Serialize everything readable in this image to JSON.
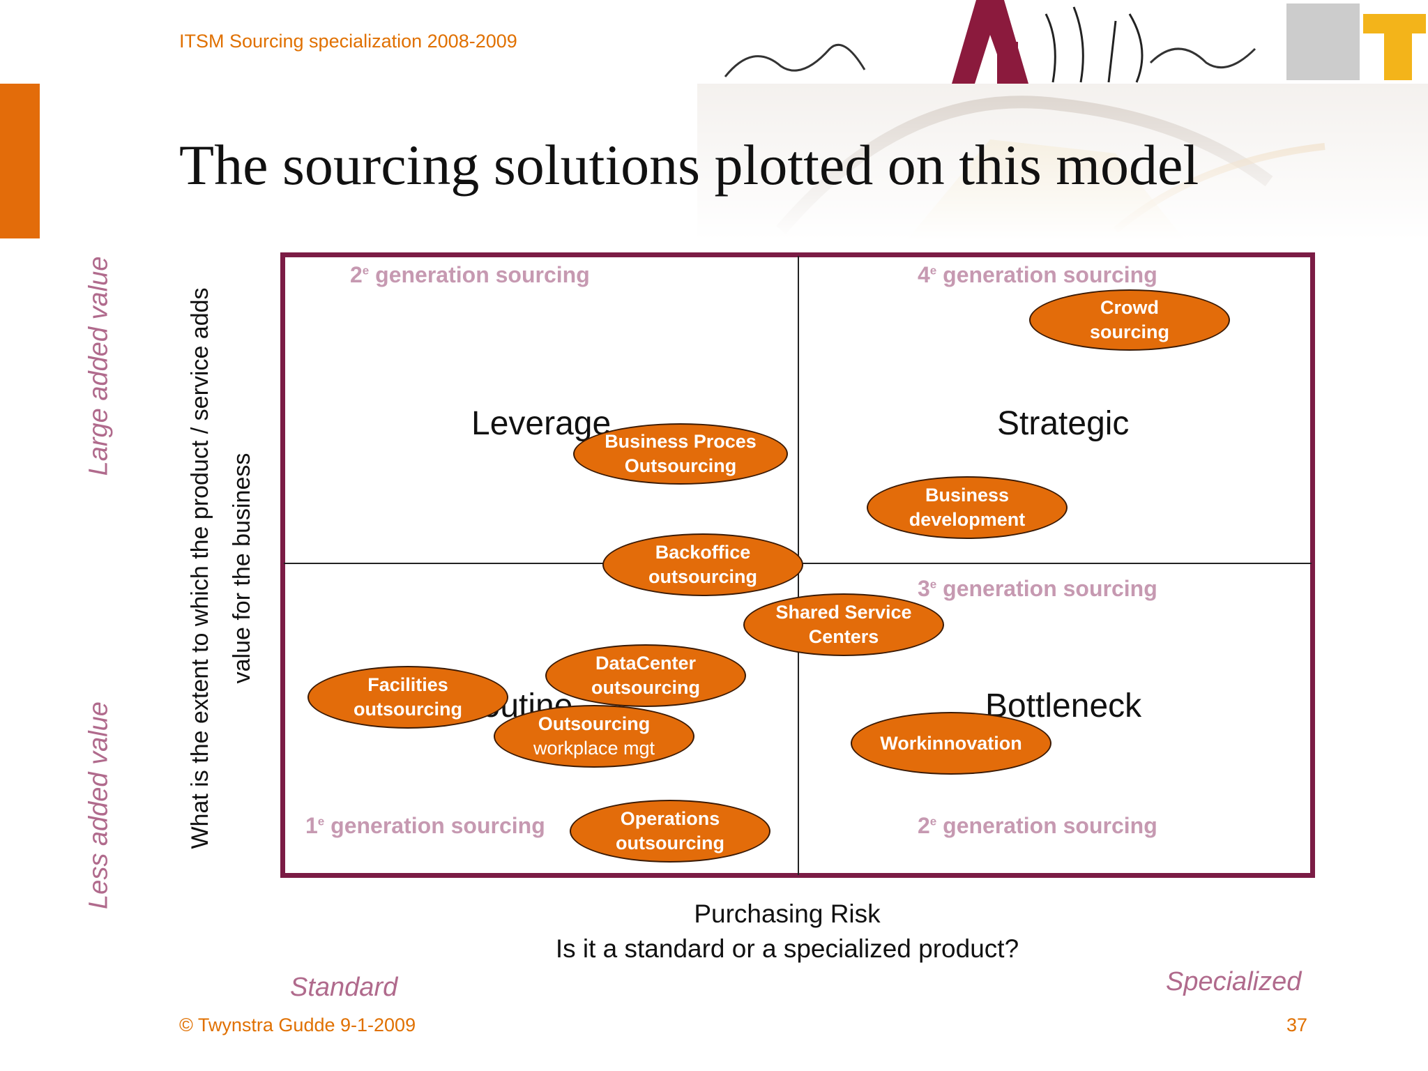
{
  "header": {
    "course": "ITSM Sourcing specialization 2008-2009"
  },
  "title": "The sourcing solutions plotted on this model",
  "y_axis": {
    "title_line1": "What is the extent to which the product / service adds",
    "title_line2": "value for the business",
    "high_label": "Large added value",
    "low_label": "Less added value"
  },
  "x_axis": {
    "title": "Purchasing Risk",
    "subtitle": "Is it a standard or a specialized product?",
    "low_label": "Standard",
    "high_label": "Specialized"
  },
  "generations": {
    "top_left": {
      "num": "2",
      "sup": "e",
      "text": " generation sourcing"
    },
    "top_right": {
      "num": "4",
      "sup": "e",
      "text": " generation sourcing"
    },
    "mid_right": {
      "num": "3",
      "sup": "e",
      "text": " generation sourcing"
    },
    "bottom_left": {
      "num": "1",
      "sup": "e",
      "text": " generation sourcing"
    },
    "bottom_right": {
      "num": "2",
      "sup": "e",
      "text": " generation sourcing"
    }
  },
  "quadrants": {
    "leverage": "Leverage",
    "strategic": "Strategic",
    "routine": "Routine",
    "bottleneck": "Bottleneck"
  },
  "solutions": {
    "crowd": {
      "line1": "Crowd",
      "line2": "sourcing"
    },
    "bpo": {
      "line1": "Business Proces",
      "line2": "Outsourcing"
    },
    "busdev": {
      "line1": "Business",
      "line2": "development"
    },
    "backoffice": {
      "line1": "Backoffice",
      "line2": "outsourcing"
    },
    "ssc": {
      "line1": "Shared Service",
      "line2": "Centers"
    },
    "datacenter": {
      "line1": "DataCenter",
      "line2": "outsourcing"
    },
    "facilities": {
      "line1": "Facilities",
      "line2": "outsourcing"
    },
    "workplace": {
      "line1": "Outsourcing",
      "line2": "workplace mgt"
    },
    "workinnovation": {
      "line1": "Workinnovation"
    },
    "operations": {
      "line1": "Operations",
      "line2": "outsourcing"
    }
  },
  "footer": {
    "copyright": "© Twynstra Gudde  9-1-2009",
    "page": "37"
  },
  "colors": {
    "accent": "#e36c0a",
    "frame": "#7b1c45",
    "muted": "#c699b1"
  }
}
